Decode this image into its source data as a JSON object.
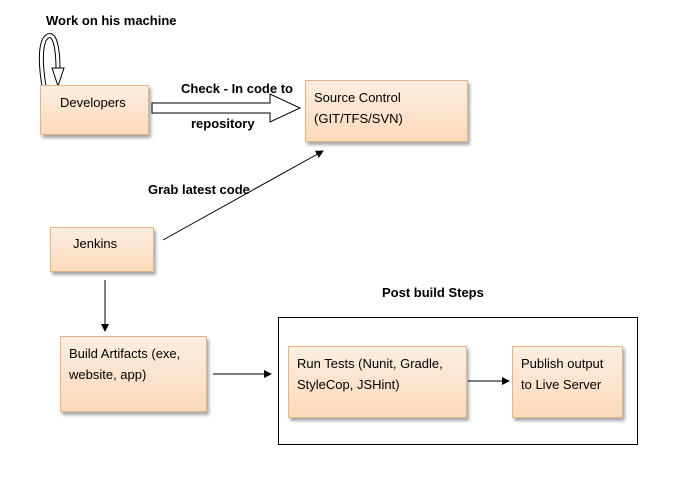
{
  "labels": {
    "work_on_machine": "Work on his machine",
    "check_in_line1": "Check - In code to",
    "check_in_line2": "repository",
    "grab_latest": "Grab latest code",
    "post_build": "Post build Steps"
  },
  "boxes": {
    "developers": "Developers",
    "source_control_line1": "Source Control",
    "source_control_line2": "(GIT/TFS/SVN)",
    "jenkins": "Jenkins",
    "build_artifacts_line1": "Build Artifacts (exe,",
    "build_artifacts_line2": "website, app)",
    "run_tests_line1": "Run Tests  (Nunit, Gradle,",
    "run_tests_line2": "StyleCop, JSHint)",
    "publish_line1": "Publish output",
    "publish_line2": "to Live Server"
  }
}
